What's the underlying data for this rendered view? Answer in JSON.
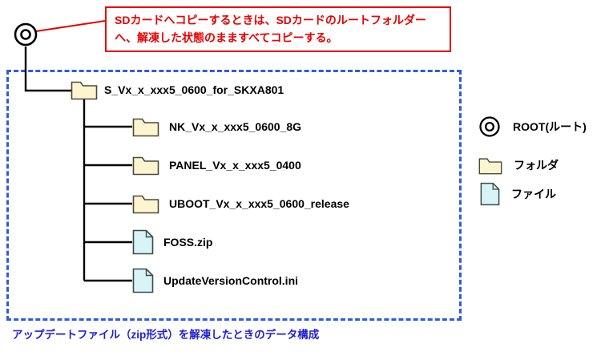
{
  "callout": {
    "text": "SDカードへコピーするときは、SDカードのルートフォルダーへ、解凍した状態のまますべてコピーする。"
  },
  "tree": {
    "root": {
      "label": "S_Vx_x_xxx5_0600_for_SKXA801",
      "type": "folder"
    },
    "children": [
      {
        "label": "NK_Vx_x_xxx5_0600_8G",
        "type": "folder"
      },
      {
        "label": "PANEL_Vx_x_xxx5_0400",
        "type": "folder"
      },
      {
        "label": "UBOOT_Vx_x_xxx5_0600_release",
        "type": "folder"
      },
      {
        "label": "FOSS.zip",
        "type": "file"
      },
      {
        "label": "UpdateVersionControl.ini",
        "type": "file"
      }
    ]
  },
  "legend": {
    "root_label": "ROOT(ルート)",
    "folder_label": "フォルダ",
    "file_label": "ファイル"
  },
  "caption": "アップデートファイル（zip形式）を解凍したときのデータ構成",
  "icons": {
    "root": "root-icon",
    "folder": "folder-icon",
    "file": "file-icon"
  },
  "colors": {
    "folder_fill": "#fdf5cf",
    "file_fill": "#d8f4f7",
    "callout_red": "#e80000",
    "dashed_blue": "#2e5be0",
    "caption_blue": "#1f1fd0",
    "line_black": "#000000"
  }
}
